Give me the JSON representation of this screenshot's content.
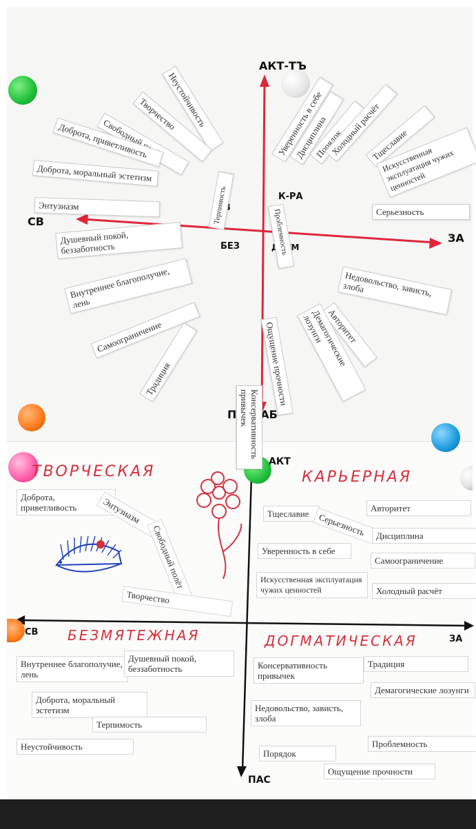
{
  "top_board": {
    "axis_labels": {
      "top": "АКТ-ТЪ",
      "bottom": "П- СТАБ",
      "left": "СВ",
      "right": "ЗА"
    },
    "center_labels": {
      "tv": "ТВ",
      "kr": "К-РА",
      "bez": "БЕЗ",
      "dogm": "ДОГМ"
    },
    "strips": [
      "Неустойчивость",
      "Творчество",
      "Свободный полёт",
      "Доброта, приветливость",
      "Доброта, моральный эстетизм",
      "Энтузиазм",
      "Душевный покой, беззаботность",
      "Внутреннее благополучие, лень",
      "Самоограничение",
      "Традиция",
      "Уверенность в себе",
      "Дисциплина",
      "Порядок",
      "Холодный расчёт",
      "Тщеславие",
      "Искусственная эксплуатация чужих ценностей",
      "Серьезность",
      "Недовольство, зависть, злоба",
      "Авторитет",
      "Демагогические лозунги",
      "Ощущение прочности",
      "Консервативность привычек",
      "Терпимость",
      "Проблемность"
    ]
  },
  "bottom_board": {
    "axis_labels": {
      "top": "АКТ",
      "bottom": "ПАС",
      "left": "СВ",
      "right": "ЗА"
    },
    "quadrant_titles": {
      "top_left": "ТВОРЧЕСКАЯ",
      "top_right": "КАРЬЕРНАЯ",
      "bottom_left": "БЕЗМЯТЕЖНАЯ",
      "bottom_right": "ДОГМАТИЧЕСКАЯ"
    },
    "top_left": [
      "Доброта, приветливость",
      "Энтузиазм",
      "Свободный полёт",
      "Творчество"
    ],
    "top_right": [
      "Авторитет",
      "Тщеславие",
      "Серьезность",
      "Дисциплина",
      "Уверенность в себе",
      "Самоограничение",
      "Искусственная эксплуатация чужих ценностей",
      "Холодный расчёт"
    ],
    "bottom_left": [
      "Внутреннее благополучие, лень",
      "Душевный покой, беззаботность",
      "Доброта, моральный эстетизм",
      "Терпимость",
      "Неустойчивость"
    ],
    "bottom_right": [
      "Консервативность привычек",
      "Традиция",
      "Демагогические лозунги",
      "Недовольство, зависть, злоба",
      "Порядок",
      "Проблемность",
      "Ощущение прочности"
    ]
  },
  "colors": {
    "axis_red": "#e0253a",
    "title_red": "#d4303c",
    "magnet_green": "#1fbf3a",
    "magnet_orange": "#ff7a1a",
    "magnet_blue": "#1a9bdc",
    "magnet_pink": "#ff5aa8",
    "magnet_white": "#f2f2f2"
  }
}
